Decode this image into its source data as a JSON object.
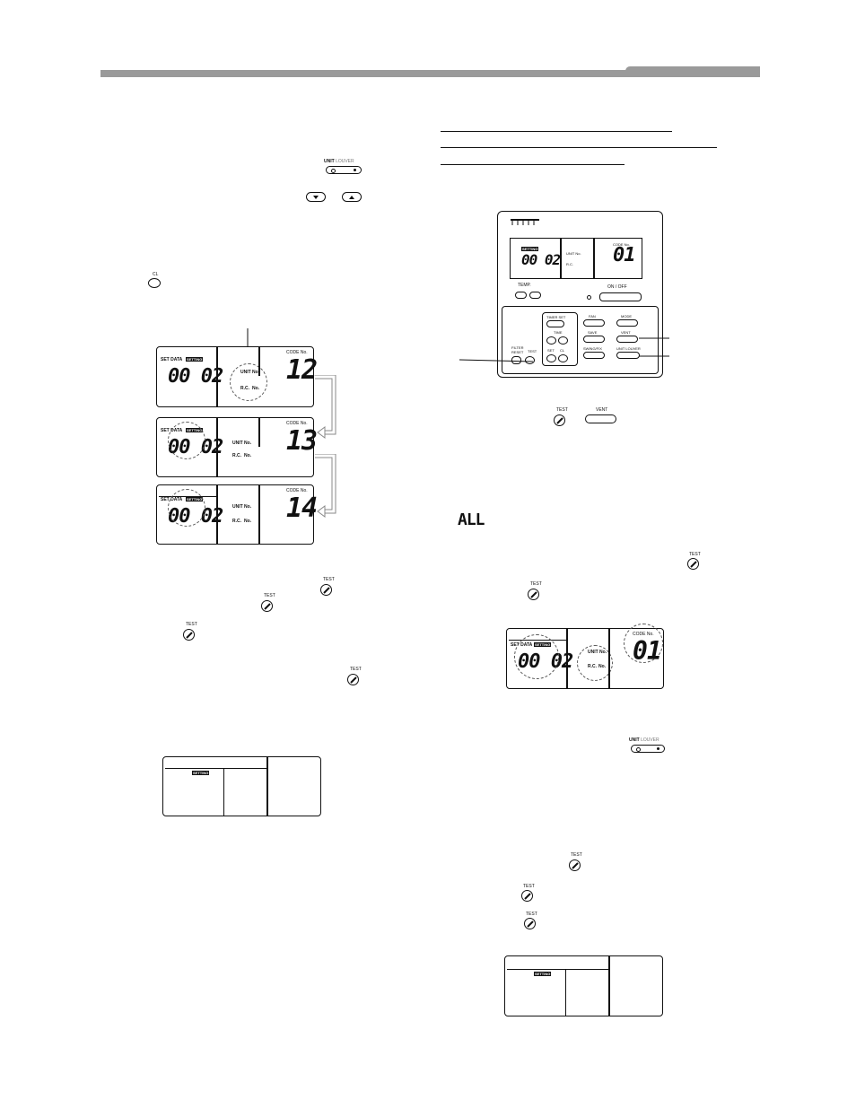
{
  "buttons": {
    "unit": "UNIT",
    "louver": "LOUVER",
    "test": "TEST",
    "vent": "VENT",
    "cl": "CL",
    "filter_reset": "FILTER\nRESET",
    "timer_set": "TIMER SET",
    "fan": "FAN",
    "mode": "MODE",
    "time": "TIME",
    "save": "SAVE",
    "set": "SET",
    "swing_fix": "SWING/FIX",
    "temp": "TEMP.",
    "on_off": "ON / OFF",
    "unit_louver": "UNIT LOUVER"
  },
  "lcd": {
    "code_no_label": "CODE No.",
    "unit_no_label": "UNIT No.",
    "rc_label": "R.C.",
    "no_label": "No.",
    "setting_badge": "SETTING",
    "set_data_label": "SET DATA",
    "set_data_value": "00 02",
    "panels_left": [
      {
        "code": "12"
      },
      {
        "code": "13"
      },
      {
        "code": "14"
      }
    ],
    "panel_right_code": "01",
    "all_text": "ALL"
  }
}
